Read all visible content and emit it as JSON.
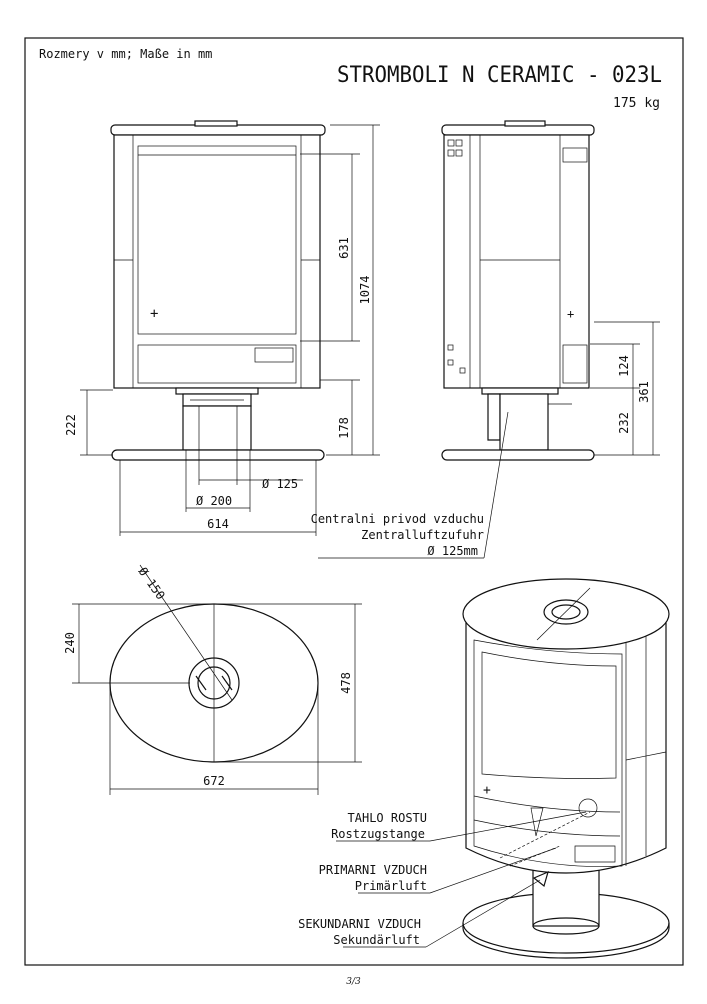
{
  "header": {
    "units_note": "Rozmery v mm; Maße in mm",
    "model_title": "STROMBOLI N CERAMIC - 023L",
    "weight": "175 kg"
  },
  "front_view": {
    "dim_631": "631",
    "dim_1074": "1074",
    "dim_222": "222",
    "dim_178": "178",
    "dim_d125": "Ø 125",
    "dim_d200": "Ø 200",
    "dim_614": "614"
  },
  "side_view": {
    "dim_124": "124",
    "dim_361": "361",
    "dim_232": "232"
  },
  "air_supply_note": {
    "line1": "Centralni privod vzduchu",
    "line2": "Zentralluftzufuhr",
    "line3": "Ø 125mm"
  },
  "top_view": {
    "dim_d150": "Ø 150",
    "dim_240": "240",
    "dim_478": "478",
    "dim_672": "672"
  },
  "callouts": {
    "grate_cz": "TAHLO ROSTU",
    "grate_de": "Rostzugstange",
    "primary_cz": "PRIMARNI VZDUCH",
    "primary_de": "Primärluft",
    "secondary_cz": "SEKUNDARNI VZDUCH",
    "secondary_de": "Sekundärluft"
  },
  "footer": {
    "page_number": "3/3"
  }
}
